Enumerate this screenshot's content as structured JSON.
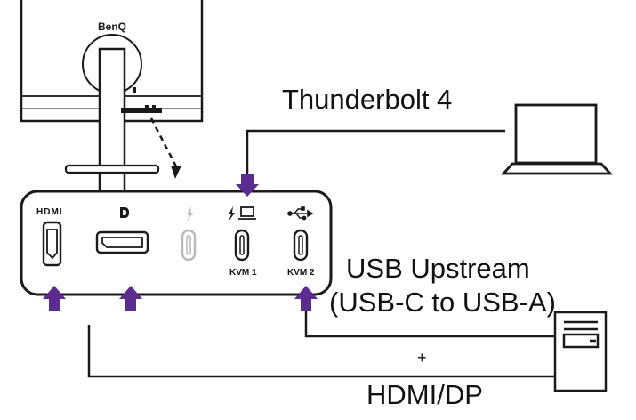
{
  "monitor": {
    "brand": "BenQ"
  },
  "labels": {
    "thunderbolt": "Thunderbolt 4",
    "usb_upstream_line1": "USB Upstream",
    "usb_upstream_line2": "(USB-C to USB-A)",
    "plus": "+",
    "hdmi_dp": "HDMI/DP"
  },
  "ports": {
    "hdmi_logo": "HDMI",
    "kvm1": "KVM 1",
    "kvm2": "KVM 2"
  },
  "icons": [
    "hdmi-logo-icon",
    "displayport-icon",
    "thunderbolt-icon",
    "thunderbolt-laptop-icon",
    "usb-icon",
    "laptop-icon",
    "desktop-pc-icon",
    "arrow-icon"
  ],
  "colors": {
    "arrow": "#5b2d91",
    "line": "#1a1a1a",
    "muted": "#b8b8b8"
  }
}
